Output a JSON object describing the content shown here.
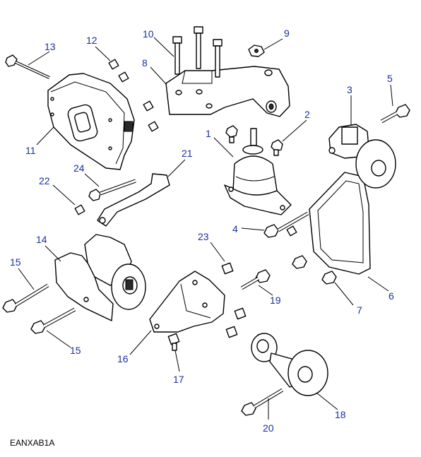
{
  "diagram": {
    "reference_code": "EANXAB1A",
    "callouts": [
      "1",
      "2",
      "3",
      "4",
      "5",
      "6",
      "7",
      "8",
      "9",
      "10",
      "11",
      "12",
      "13",
      "14",
      "15",
      "15",
      "16",
      "17",
      "18",
      "19",
      "20",
      "21",
      "22",
      "23",
      "24"
    ],
    "label_color": "#1a2ea0",
    "line_color": "#000000",
    "background": "#ffffff"
  }
}
